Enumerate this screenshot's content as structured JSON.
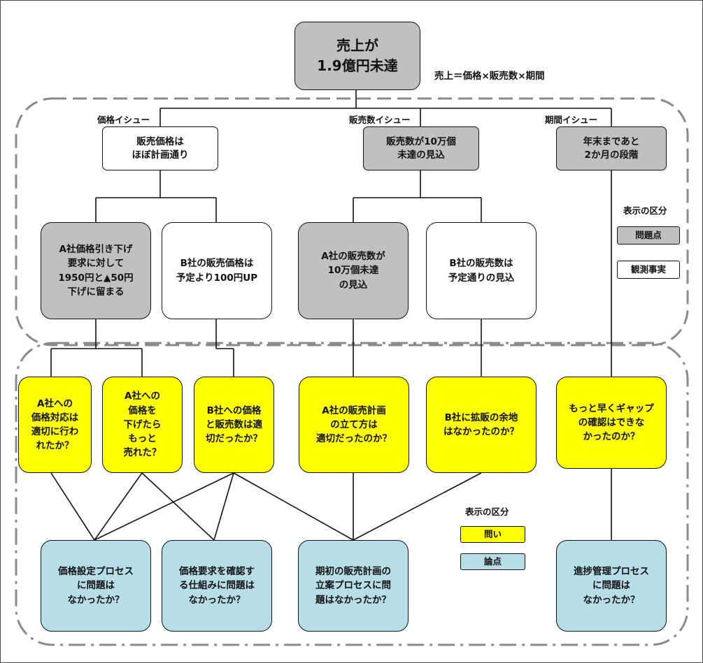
{
  "root": {
    "text": "売上が\n1.9億円未達"
  },
  "formula": "売上＝価格×販売数×期間",
  "issues": {
    "price": {
      "label": "価格イシュー",
      "box": "販売価格は\nほぼ計画通り"
    },
    "volume": {
      "label": "販売数イシュー",
      "box": "販売数が10万個\n未達の見込"
    },
    "period": {
      "label": "期間イシュー",
      "box": "年末まであと\n2か月の段階"
    }
  },
  "facts": {
    "a_price": "A社価格引き下げ\n要求に対して\n1950円と▲50円\n下げに留まる",
    "b_price": "B社の販売価格は\n予定より100円UP",
    "a_volume": "A社の販売数が\n10万個未達\nの見込",
    "b_volume": "B社の販売数は\n予定通りの見込"
  },
  "legend_top": {
    "title": "表示の区分",
    "problem": "問題点",
    "observed": "観測事実"
  },
  "questions": {
    "q1": "A社への\n価格対応は\n適切に行わ\nれたか？",
    "q2": "A社への\n価格を\n下げたら\nもっと\n売れた？",
    "q3": "B社への価格\nと販売数は適\n切だったか？",
    "q4": "A社の販売計画\nの立て方は\n適切だったのか？",
    "q5": "B社に拡販の余地\nはなかったのか？",
    "q6": "もっと早くギャップ\nの確認はできな\nかったのか？"
  },
  "legend_bottom": {
    "title": "表示の区分",
    "question": "問い",
    "issue_point": "論点"
  },
  "points": {
    "p1": "価格設定プロセス\nに問題は\nなかったか？",
    "p2": "価格要求を確認す\nる仕組みに問題は\nなかったか？",
    "p3": "期初の販売計画の\n立案プロセスに問\n題はなかったか？",
    "p4": "進捗管理プロセス\nに問題は\nなかったか？"
  },
  "colors": {
    "problem_fill": "#c0c0c0",
    "question_fill": "#ffff00",
    "issue_point_fill": "#b7dde8"
  }
}
